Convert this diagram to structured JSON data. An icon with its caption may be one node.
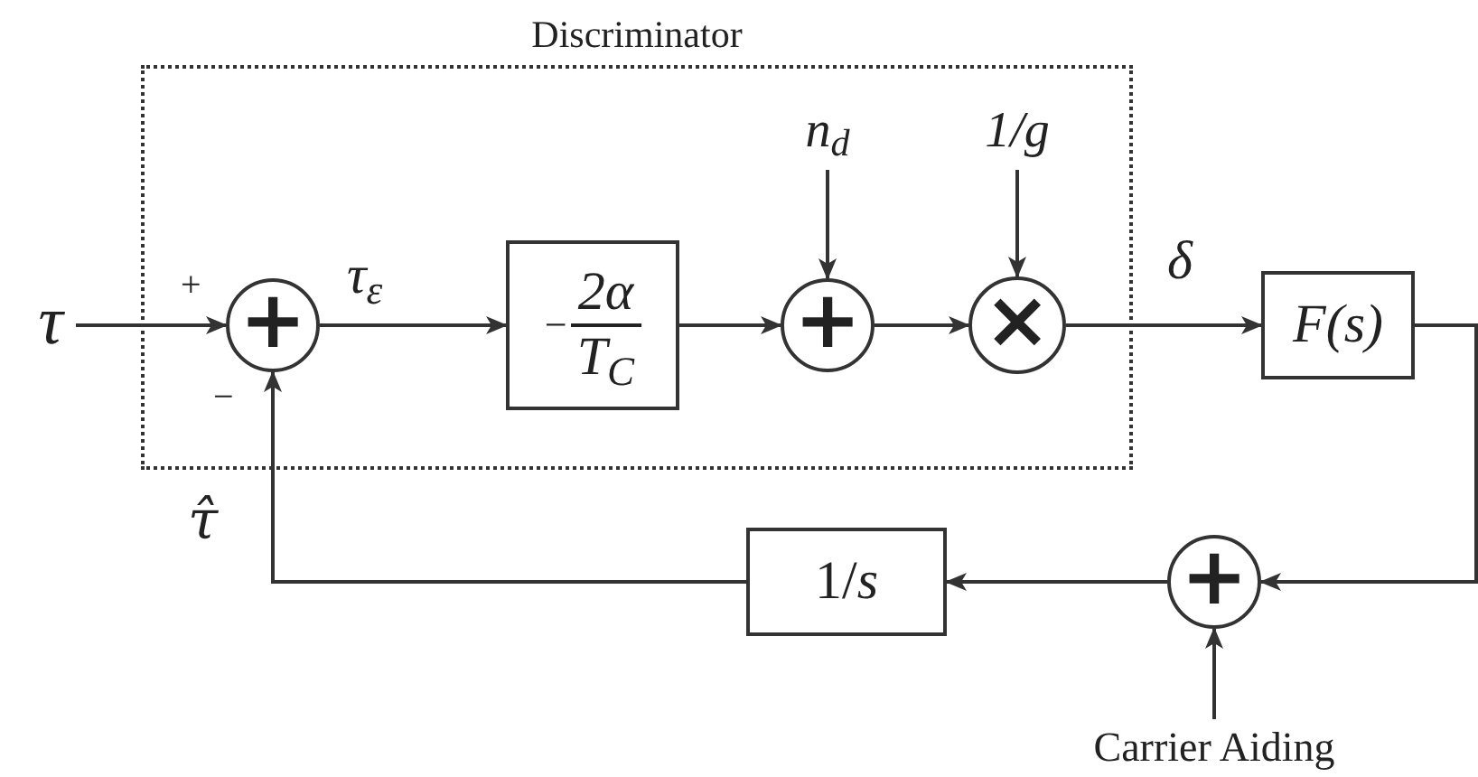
{
  "diagram": {
    "nodes": [
      {
        "text": [
          "Discriminator"
        ]
      },
      {
        "text": [
          "τ"
        ]
      },
      {
        "text": [
          "+"
        ],
        "in": 0
      },
      {
        "text": [
          "−",
          "2α",
          "T$_{C}$"
        ],
        "in": 0
      },
      {
        "text": [
          "n$_{d}$"
        ],
        "in": 0
      },
      {
        "text": [
          "+"
        ],
        "in": 0
      },
      {
        "text": [
          "1/g"
        ],
        "in": 0
      },
      {
        "text": [
          "×"
        ],
        "in": 0
      },
      {
        "text": [
          "F(s)"
        ]
      },
      {
        "text": [
          "+"
        ]
      },
      {
        "text": [
          "1/*s*"
        ]
      },
      {
        "text": [
          "Carrier Aiding"
        ]
      }
    ],
    "edges": [
      {
        "from": 1,
        "to": 2,
        "arrow": "to"
      },
      {
        "from": 2,
        "to": 3,
        "arrow": "to",
        "label": "τ$_{ε}$"
      },
      {
        "from": 3,
        "to": 5,
        "arrow": "to"
      },
      {
        "from": 4,
        "to": 5,
        "arrow": "to"
      },
      {
        "from": 5,
        "to": 7,
        "arrow": "to"
      },
      {
        "from": 6,
        "to": 7,
        "arrow": "to"
      },
      {
        "from": 7,
        "to": 8,
        "arrow": "to",
        "label": "δ"
      },
      {
        "from": 8,
        "to": 9,
        "arrow": "to"
      },
      {
        "from": 11,
        "to": 9,
        "arrow": "to"
      },
      {
        "from": 9,
        "to": 10,
        "arrow": "to"
      },
      {
        "from": 10,
        "to": 2,
        "arrow": "to",
        "label": "τ̂"
      }
    ],
    "labels": [
      "+",
      "−"
    ]
  }
}
